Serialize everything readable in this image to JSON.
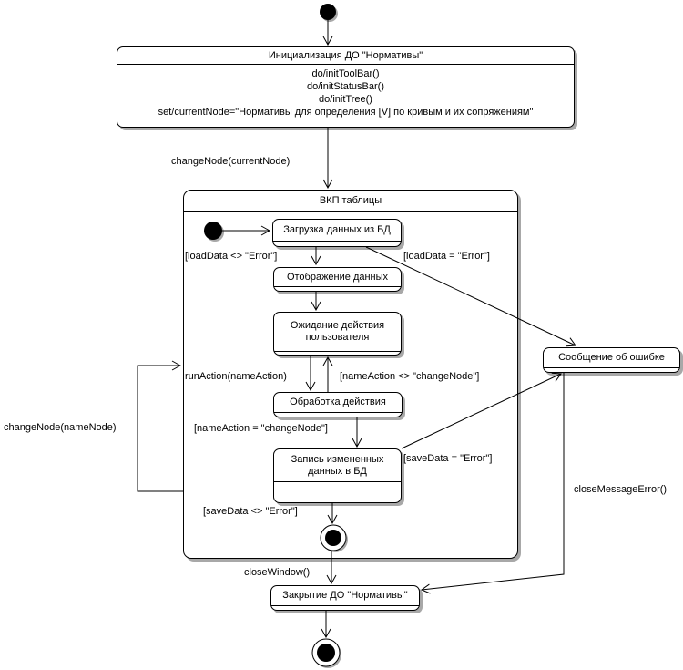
{
  "colors": {
    "line": "#000000",
    "fill": "#ffffff",
    "shadow": "#a8a8a8"
  },
  "states": {
    "init": {
      "name": "Инициализация ДО \"Нормативы\"",
      "actions": [
        "do/initToolBar()",
        "do/initStatusBar()",
        "do/initTree()",
        "set/currentNode=\"Нормативы для определения [V] по кривым и их сопряжениям\""
      ]
    },
    "composite": {
      "name": "ВКП таблицы"
    },
    "load": {
      "name": "Загрузка данных из БД"
    },
    "display": {
      "name": "Отображение данных"
    },
    "wait": {
      "name": "Ожидание действия\nпользователя"
    },
    "process": {
      "name": "Обработка действия"
    },
    "save": {
      "name": "Запись измененных\nданных в БД"
    },
    "error": {
      "name": "Сообщение об ошибке"
    },
    "close": {
      "name": "Закрытие ДО \"Нормативы\""
    }
  },
  "labels": {
    "change_node_current": "changeNode(currentNode)",
    "load_ok": "[loadData <> \"Error\"]",
    "load_err": "[loadData = \"Error\"]",
    "run_action": "runAction(nameAction)",
    "action_not_change": "[nameAction <> \"changeNode\"]",
    "action_change": "[nameAction = \"changeNode\"]",
    "save_err": "[saveData = \"Error\"]",
    "save_ok": "[saveData <> \"Error\"]",
    "change_node_name": "changeNode(nameNode)",
    "close_window": "closeWindow()",
    "close_message_error": "closeMessageError()"
  }
}
